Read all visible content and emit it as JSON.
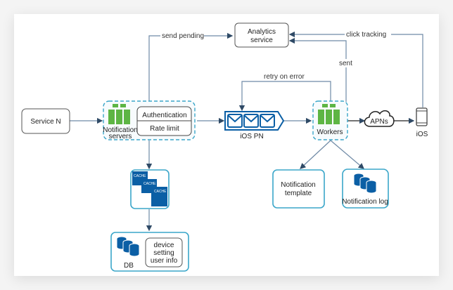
{
  "nodes": {
    "service_n": "Service N",
    "notification_servers": [
      "Notification",
      "servers"
    ],
    "authentication": "Authentication",
    "rate_limit": "Rate limit",
    "analytics": [
      "Analytics",
      "service"
    ],
    "queue": "iOS PN",
    "workers": "Workers",
    "apns": "APNs",
    "ios": "iOS",
    "cache_label": "CACHE",
    "db": "DB",
    "db_info": [
      "device",
      "setting",
      "user info"
    ],
    "notification_template": [
      "Notification",
      "template"
    ],
    "notification_log": "Notification log"
  },
  "edges": {
    "send_pending": "send pending",
    "click_tracking": "click tracking",
    "sent": "sent",
    "retry_on_error": "retry on error"
  },
  "colors": {
    "accent": "#4a9fd4",
    "dark_blue": "#0b5fa5",
    "green": "#5db544",
    "line": "#5b7a99"
  }
}
